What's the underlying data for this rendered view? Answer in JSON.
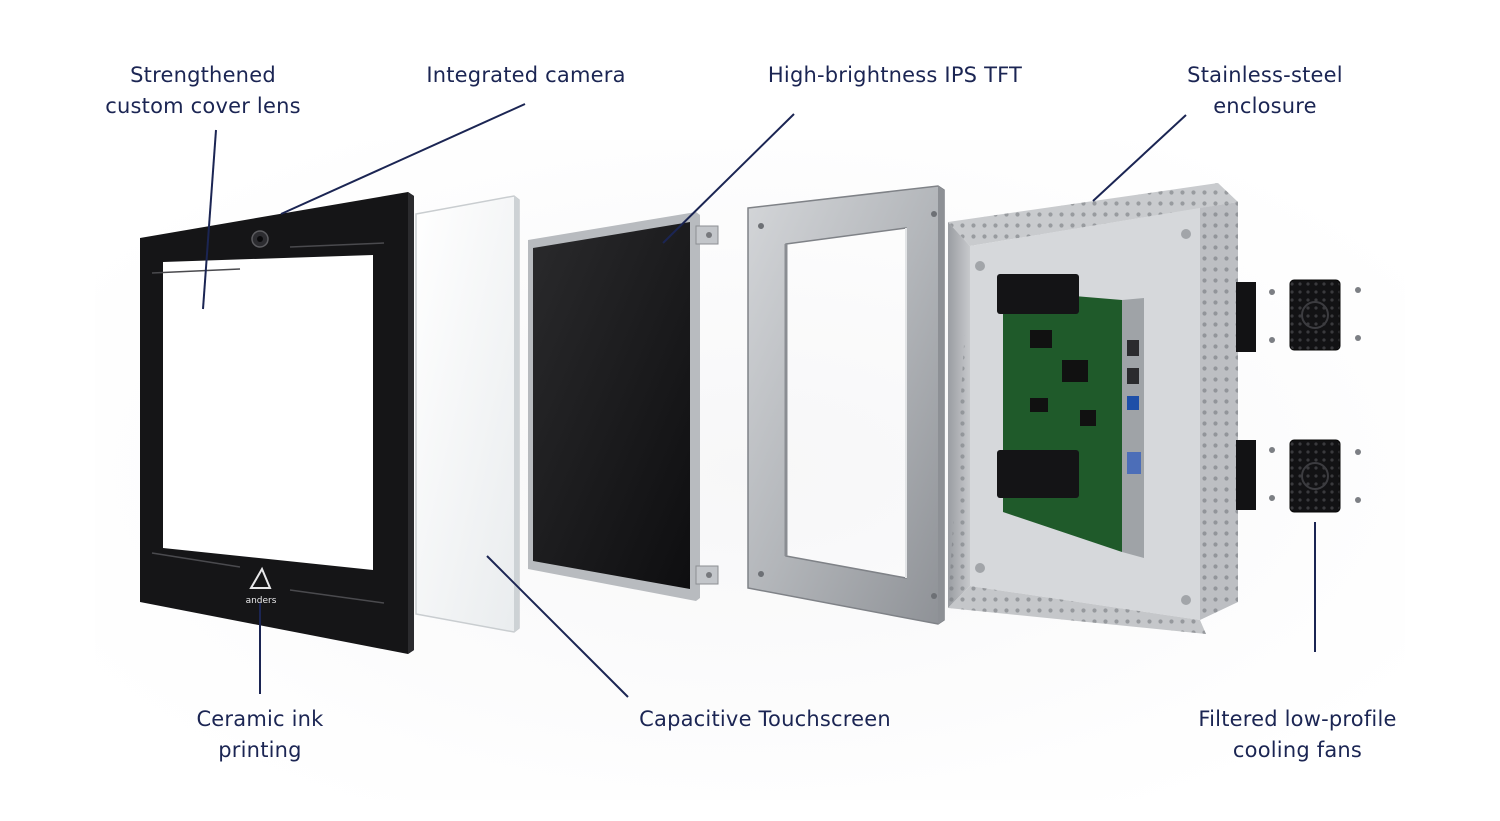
{
  "labels": {
    "cover_lens": {
      "line1": "Strengthened",
      "line2": "custom cover lens"
    },
    "camera": {
      "line1": "Integrated camera"
    },
    "tft": {
      "line1": "High-brightness IPS TFT"
    },
    "enclosure": {
      "line1": "Stainless-steel",
      "line2": "enclosure"
    },
    "ceramic": {
      "line1": "Ceramic ink",
      "line2": "printing"
    },
    "touchscreen": {
      "line1": "Capacitive Touchscreen"
    },
    "fans": {
      "line1": "Filtered low-profile",
      "line2": "cooling fans"
    }
  },
  "brand": {
    "logo_text": "anders"
  },
  "colors": {
    "label_text": "#1b2553",
    "leader_line": "#1b2553",
    "bezel": "#151517",
    "steel": "#b9bcc0",
    "pcb": "#1f5a2a"
  }
}
